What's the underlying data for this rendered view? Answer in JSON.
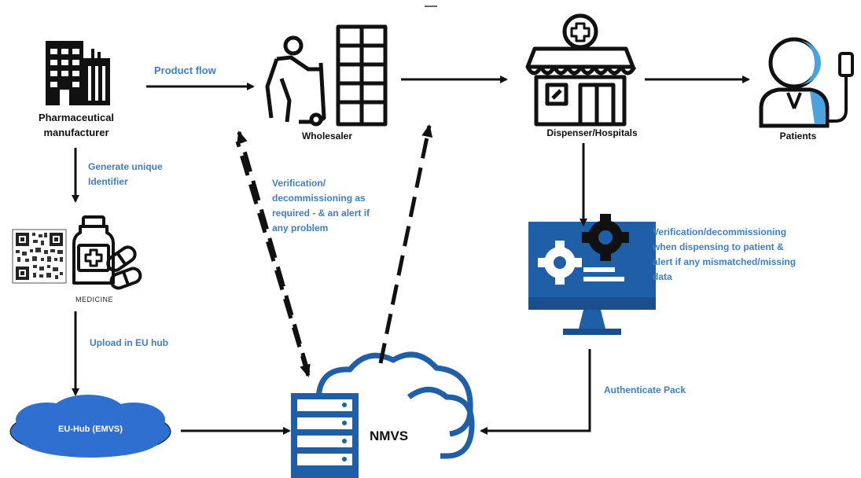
{
  "nodes": {
    "manufacturer": "Pharmaceutical\nmanufacturer",
    "wholesaler": "Wholesaler",
    "dispenser": "Dispenser/Hospitals",
    "patients": "Patients",
    "medicine": "MEDICINE",
    "eu_hub": "EU-Hub (EMVS)",
    "nmvs": "NMVS"
  },
  "edges": {
    "product_flow": "Product flow",
    "generate_id": "Generate unique\nIdentifier",
    "upload": "Upload in EU hub",
    "wholesaler_verification": "Verification/\ndecommissioning as\nrequired - & an alert if\nany problem",
    "dispenser_verification": "Verification/decommissioning\nwhen dispensing to patient &\nalert if any mismatched/missing\ndata",
    "authenticate": "Authenticate Pack"
  },
  "colors": {
    "label_blue": "#3f7fc0",
    "icon_blue": "#1f5fa8",
    "hub_fill": "#2f6fd0",
    "dark": "#111111"
  },
  "icons": [
    "factory-icon",
    "warehouse-worker-icon",
    "pharmacy-store-icon",
    "patient-icon",
    "qr-code-icon",
    "medicine-bottle-icon",
    "computer-gears-icon",
    "cloud-server-icon"
  ]
}
